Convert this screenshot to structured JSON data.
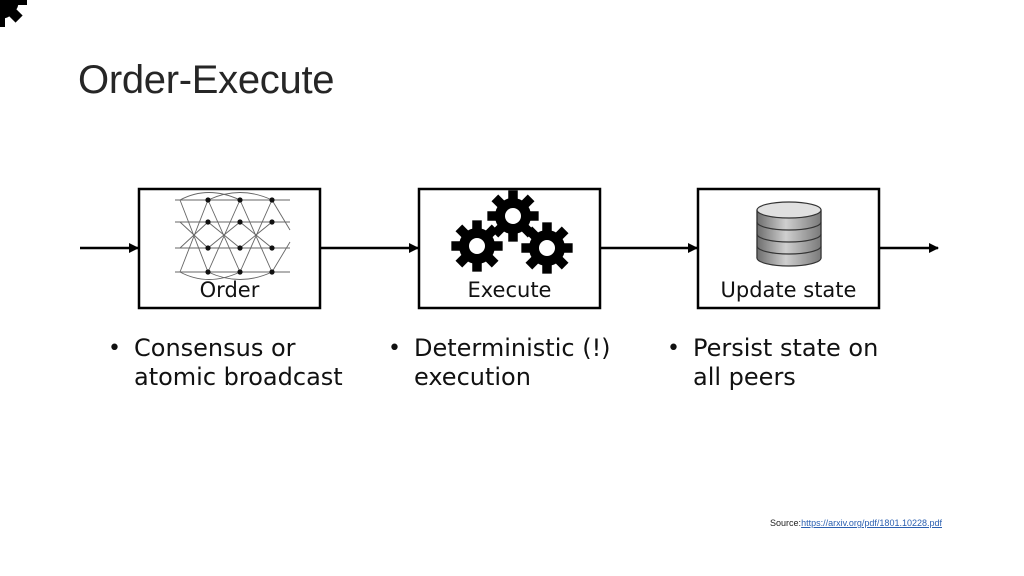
{
  "slide": {
    "title": "Order-Execute"
  },
  "stages": [
    {
      "label": "Order",
      "icon": "network-graph-icon",
      "bullet": "Consensus or atomic broadcast"
    },
    {
      "label": "Execute",
      "icon": "gears-icon",
      "bullet": "Deterministic (!) execution"
    },
    {
      "label": "Update state",
      "icon": "database-icon",
      "bullet": "Persist state on all peers"
    }
  ],
  "bullet_symbol": "•",
  "source": {
    "prefix": "Source:",
    "link": "https://arxiv.org/pdf/1801.10228.pdf"
  }
}
